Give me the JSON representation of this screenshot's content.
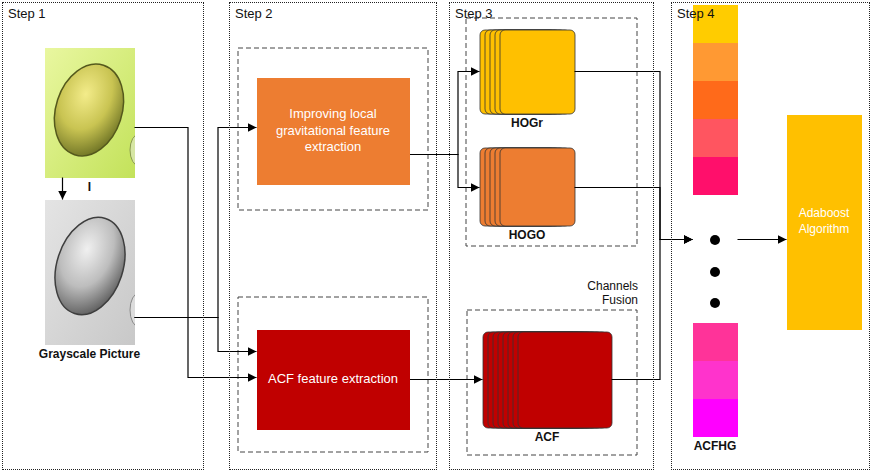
{
  "diagram": {
    "nodes": [
      {
        "text": [
          "Step 1"
        ]
      },
      {
        "text": [
          "I"
        ],
        "in": 0
      },
      {
        "text": [
          "Grayscale Picture"
        ],
        "in": 0
      },
      {
        "text": [
          "Step 2"
        ]
      },
      {
        "text": [
          "Improving local gravitational feature extraction"
        ],
        "in": 3
      },
      {
        "text": [
          "ACF feature extraction"
        ],
        "in": 3
      },
      {
        "text": [
          "Step 3"
        ]
      },
      {
        "text": [
          "HOGr"
        ],
        "in": 6
      },
      {
        "text": [
          "HOGO"
        ],
        "in": 6
      },
      {
        "text": [
          "ACF"
        ],
        "in": 6
      },
      {
        "text": [
          "Step 4"
        ]
      },
      {
        "text": [
          "ACFHG"
        ],
        "in": 10
      },
      {
        "text": [
          "Adaboost Algorithm"
        ],
        "in": 10
      }
    ],
    "edges": [
      {
        "from": 1,
        "to": 2,
        "arrow": "to"
      },
      {
        "from": 1,
        "to": 5,
        "arrow": "to"
      },
      {
        "from": 2,
        "to": 4,
        "arrow": "to"
      },
      {
        "from": 2,
        "to": 5,
        "arrow": "to"
      },
      {
        "from": 4,
        "to": 7,
        "arrow": "to"
      },
      {
        "from": 4,
        "to": 8,
        "arrow": "to"
      },
      {
        "from": 5,
        "to": 9,
        "arrow": "to"
      },
      {
        "from": 7,
        "to": 11,
        "arrow": "to"
      },
      {
        "from": 8,
        "to": 11,
        "arrow": "to"
      },
      {
        "from": 9,
        "to": 11,
        "arrow": "to"
      },
      {
        "from": 11,
        "to": 12,
        "arrow": "to"
      }
    ],
    "labels": [
      "Channels Fusion"
    ]
  }
}
